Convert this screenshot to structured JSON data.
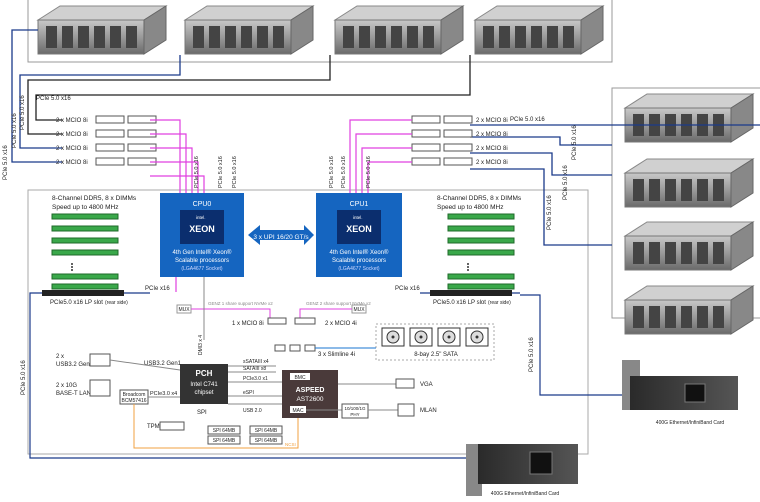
{
  "pcie_labels": {
    "top": "PCIe 5.0 x16",
    "left_a": "PCIe 5.0 x16",
    "left_b": "PCIe 5.0 x16",
    "left_c": "PCIe 5.0 x16",
    "right_a": "PCIe 5.0 x16",
    "right_b": "PCIe 5.0 x16",
    "right_c": "PCIe 5.0 x16",
    "right_d": "PCIe 5.0 x16",
    "bottom_left": "PCIe 5.0 x16",
    "bottom_right": "PCIe 5.0 x16"
  },
  "mcio": {
    "cpu0_rows": [
      "2 x MCIO 8i",
      "2 x MCIO 8i",
      "2 x MCIO 8i",
      "2 x MCIO 8i"
    ],
    "cpu1_rows": [
      "2 x MCIO 8i",
      "2 x MCIO 8i",
      "2 x MCIO 8i",
      "2 x MCIO 8i"
    ],
    "lower_left": "1 x MCIO 8i",
    "lower_right": "2 x MCIO 4i"
  },
  "memory": {
    "left": [
      "8-Channel DDR5, 8 x DIMMs",
      "Speed up to 4800 MHz"
    ],
    "right": [
      "8-Channel DDR5, 8 x DIMMs",
      "Speed up to 4800 MHz"
    ]
  },
  "cpu0": {
    "name": "CPU0",
    "brand": "XEON",
    "intel": "intel.",
    "desc": [
      "4th Gen Intel® Xeon®",
      "Scalable processors"
    ],
    "socket": "(LGA4677 Socket)"
  },
  "cpu1": {
    "name": "CPU1",
    "brand": "XEON",
    "intel": "intel.",
    "desc": [
      "4th Gen Intel® Xeon®",
      "Scalable processors"
    ],
    "socket": "(LGA4677 Socket)"
  },
  "upi": "3 x UPI 16/20 GT/s",
  "cpu_links": {
    "cpu0_pcie": "PCIe x16",
    "cpu1_pcie": "PCIe x16",
    "genz_left": "GENZ 1 share support NVMe x2",
    "genz_right": "GENZ 2 share support NVMe x2",
    "mux": "MUX",
    "dmi": "DMI3 x 4"
  },
  "slots": {
    "left": "PCIe5.0 x16 LP slot",
    "left_note": "(rear side)",
    "right": "PCIe5.0 x16 LP slot",
    "right_note": "(rear side)"
  },
  "io_left": {
    "usb": [
      "2 x",
      "USB3.2 Gen1"
    ],
    "lan": [
      "2 x 10G",
      "BASE-T LAN"
    ],
    "broadcom": [
      "Broadcom",
      "BCM57416"
    ],
    "tpm": "TPM"
  },
  "pch": {
    "title": "PCH",
    "sub": [
      "Intel C741",
      "chipset"
    ],
    "usb_link": "USB3.2 Gen1",
    "pcie_link": "PCIe3.0 x4",
    "spi": "SPI",
    "spi_chips": [
      "SPI 64MB",
      "SPI 64MB"
    ]
  },
  "bmc": {
    "title": "ASPEED",
    "sub": "AST2600",
    "bmc_tag": "BMC",
    "mac_tag": "MAC",
    "links": [
      "sSATAIII x4",
      "SATAIII x8",
      "PCIe3.0 x1",
      "eSPI",
      "USB 2.0"
    ],
    "spi_chips": [
      "SPI 64MB",
      "SPI 64MB"
    ],
    "ncsi": "NCSI"
  },
  "storage": {
    "slimline": "3 x Slimline 4i",
    "bay": "8-bay 2.5\" SATA"
  },
  "ports": {
    "vga": "VGA",
    "mlan": "MLAN",
    "phy": [
      "10/100/1G",
      "PHY"
    ]
  },
  "cards": {
    "right": "400G Ethernet/InfiniBand  Card",
    "bottom": "400G Ethernet/InfiniBand  Card"
  },
  "colors": {
    "cpu_blue": "#1565c0",
    "cpu_inner": "#0b2e6e",
    "link_magenta": "#e040e0",
    "link_blue": "#1976d2",
    "ncsi_orange": "#f0a040",
    "pch_dark": "#333333",
    "bmc_dark": "#4a3a3a",
    "dimm_green": "#3aa84a"
  }
}
